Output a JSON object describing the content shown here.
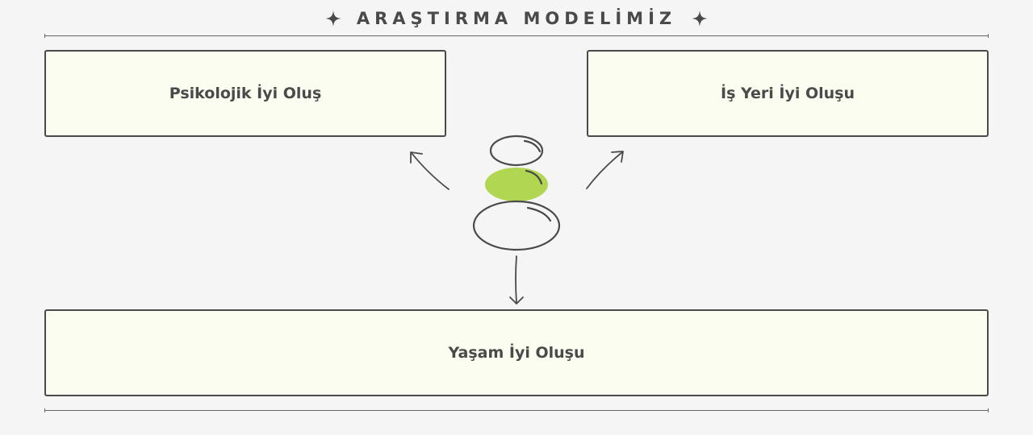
{
  "header": {
    "title": "ARAŞTIRMA MODELİMİZ"
  },
  "boxes": {
    "psychological": "Psikolojik İyi Oluş",
    "workplace": "İş Yeri İyi Oluşu",
    "life": "Yaşam İyi Oluşu"
  },
  "colors": {
    "background": "#f5f5f5",
    "box_fill": "#fafdf0",
    "stroke": "#4a4a4a",
    "accent_green": "#b0d652"
  },
  "icons": {
    "header_left": "sparkle-icon",
    "header_right": "sparkle-icon",
    "center": "stacked-stones-icon"
  }
}
